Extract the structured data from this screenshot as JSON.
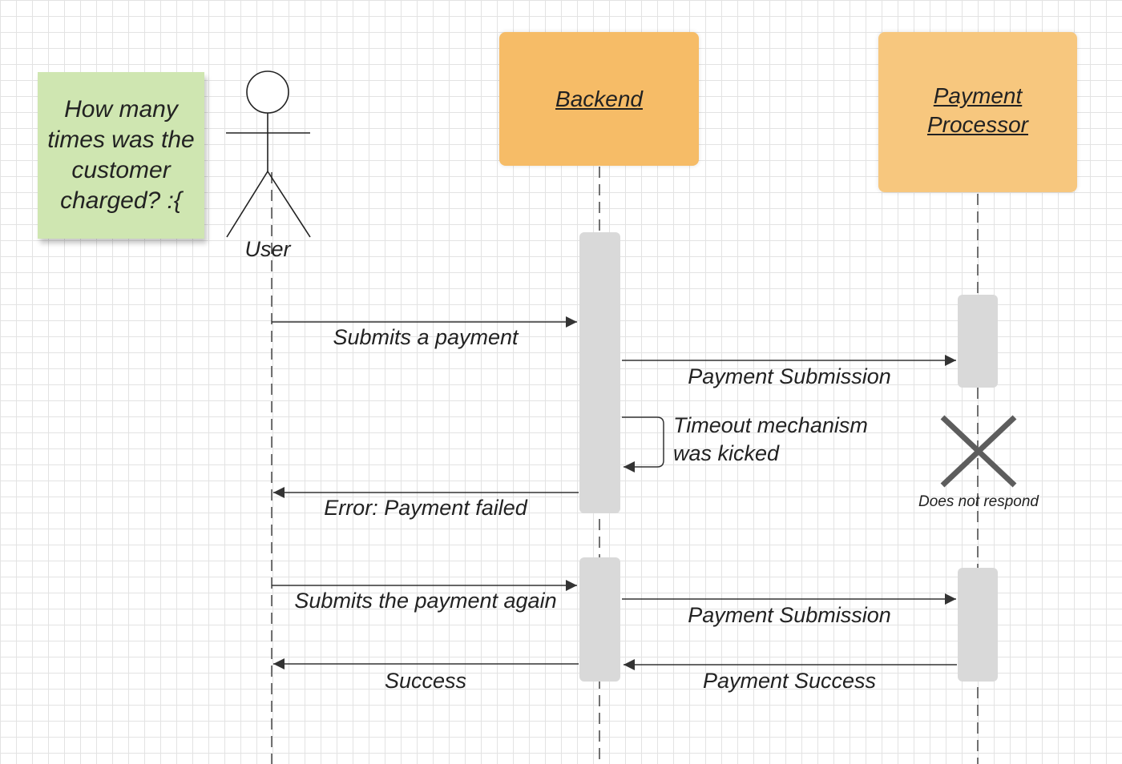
{
  "note": {
    "text": "How many times was the customer charged? :{"
  },
  "participants": {
    "user": "User",
    "backend": "Backend",
    "processor": "Payment Processor"
  },
  "messages": {
    "submit": "Submits a payment",
    "payment_submission_1": "Payment Submission",
    "timeout_line1": "Timeout mechanism",
    "timeout_line2": "was kicked",
    "error": "Error: Payment failed",
    "submit_again": "Submits the payment again",
    "payment_submission_2": "Payment Submission",
    "success": "Success",
    "payment_success": "Payment Success"
  },
  "annotations": {
    "no_response": "Does not respond"
  },
  "colors": {
    "note": "#cfe6b1",
    "backend": "#f6bc67",
    "processor": "#f7c77e",
    "activation": "#d9d9d9",
    "line": "#333333",
    "grid": "#e3e3e3"
  }
}
